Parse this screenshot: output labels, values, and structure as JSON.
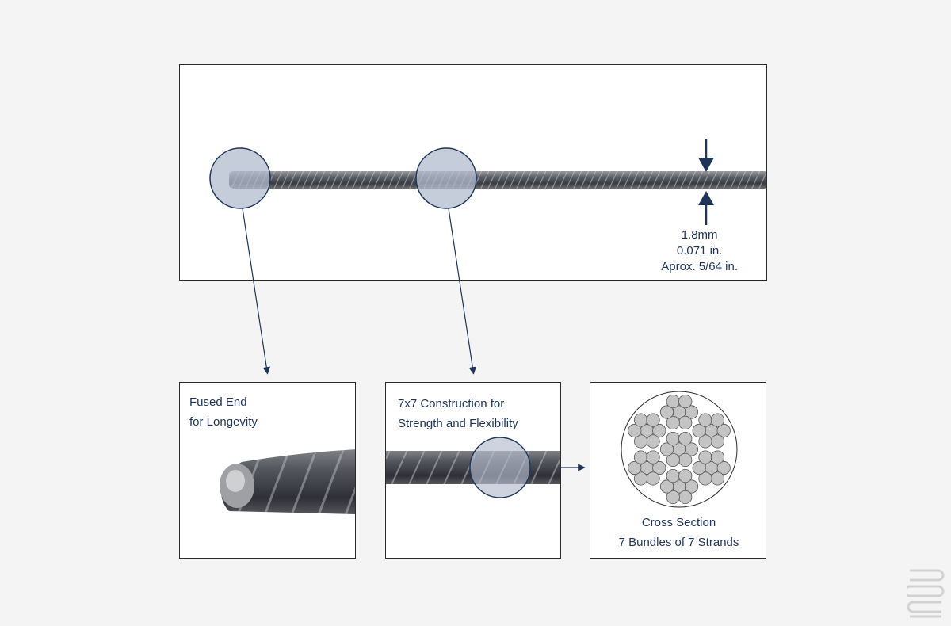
{
  "dimensions": {
    "mm": "1.8mm",
    "inch": "0.071 in.",
    "fraction": "Aprox. 5/64 in."
  },
  "panels": {
    "fused_end": {
      "line1": "Fused End",
      "line2": "for Longevity"
    },
    "construction": {
      "line1": "7x7 Construction for",
      "line2": "Strength and Flexibility"
    },
    "cross_section": {
      "line1": "Cross Section",
      "line2": "7 Bundles of 7 Strands"
    }
  },
  "colors": {
    "accent": "#1e3557",
    "magnifier_fill": "#b3bccd",
    "strand_fill": "#c4c4c4",
    "background": "#f4f4f4"
  },
  "icons": [
    "magnifier-circle-icon",
    "arrow-down-icon",
    "arrow-up-icon",
    "leader-arrow-icon",
    "brand-logo-icon"
  ]
}
